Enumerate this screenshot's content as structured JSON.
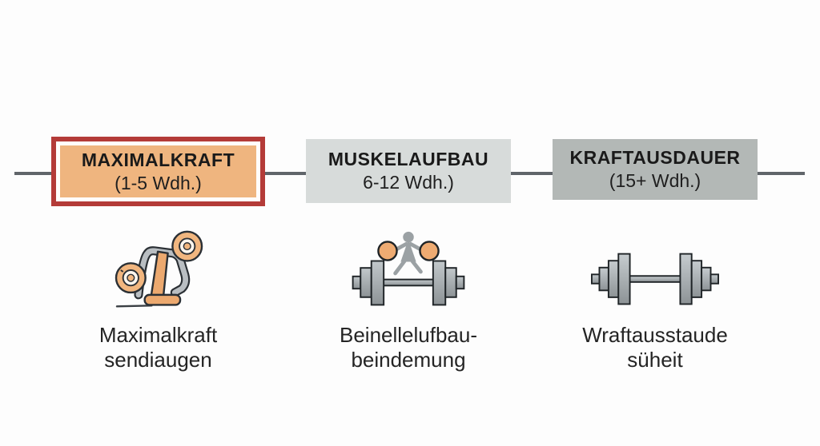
{
  "diagram": {
    "description": "Strength training rep-range zones infographic",
    "line_color": "#60656a",
    "background": "#fdfdfd",
    "highlight_border_color": "#b43b38",
    "columns": [
      {
        "id": "maximalkraft",
        "title": "MAXIMALKRAFT",
        "subtitle": "(1-5 Wdh.)",
        "box_fill": "#efb57f",
        "highlighted": true,
        "icon": "weight-machine-icon",
        "caption_line1": "Maximalkraft",
        "caption_line2": "sendiaugen"
      },
      {
        "id": "muskelaufbau",
        "title": "MUSKELAUFBAU",
        "subtitle": "6-12 Wdh.)",
        "box_fill": "#d7dbda",
        "highlighted": false,
        "icon": "kettlebell-lifter-icon",
        "caption_line1": "Beinellelufbau-",
        "caption_line2": "beindemung"
      },
      {
        "id": "kraftausdauer",
        "title": "KRAFTAUSDAUER",
        "subtitle": "(15+ Wdh.)",
        "box_fill": "#b3b8b6",
        "highlighted": false,
        "icon": "dumbbell-icon",
        "caption_line1": "Wraftausstaude",
        "caption_line2": "süheit"
      }
    ]
  }
}
